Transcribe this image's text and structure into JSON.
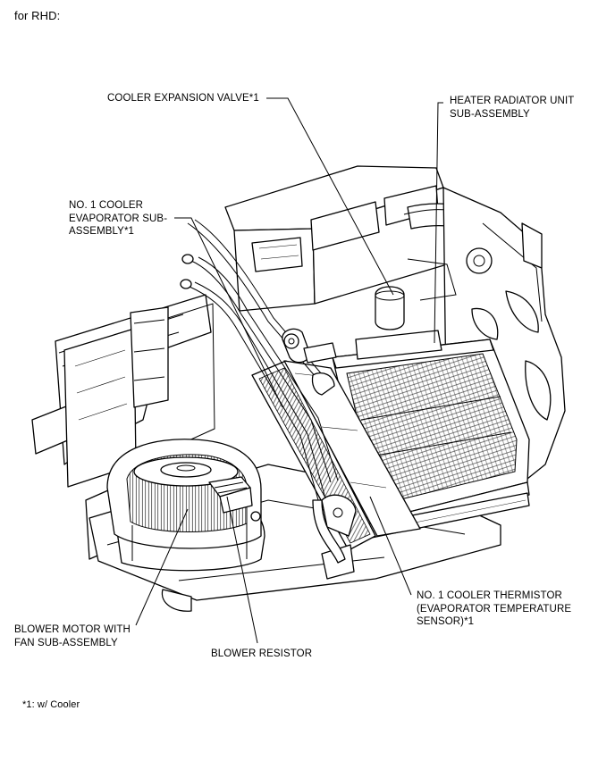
{
  "header": "for RHD:",
  "footnote": "*1: w/ Cooler",
  "labels": {
    "cooler_expansion_valve": "COOLER EXPANSION VALVE*1",
    "heater_radiator_unit": "HEATER RADIATOR UNIT\nSUB-ASSEMBLY",
    "cooler_evaporator": "NO. 1 COOLER\nEVAPORATOR SUB-\nASSEMBLY*1",
    "cooler_thermistor": "NO. 1 COOLER THERMISTOR\n(EVAPORATOR TEMPERATURE\nSENSOR)*1",
    "blower_motor": "BLOWER MOTOR WITH\nFAN SUB-ASSEMBLY",
    "blower_resistor": "BLOWER RESISTOR"
  }
}
